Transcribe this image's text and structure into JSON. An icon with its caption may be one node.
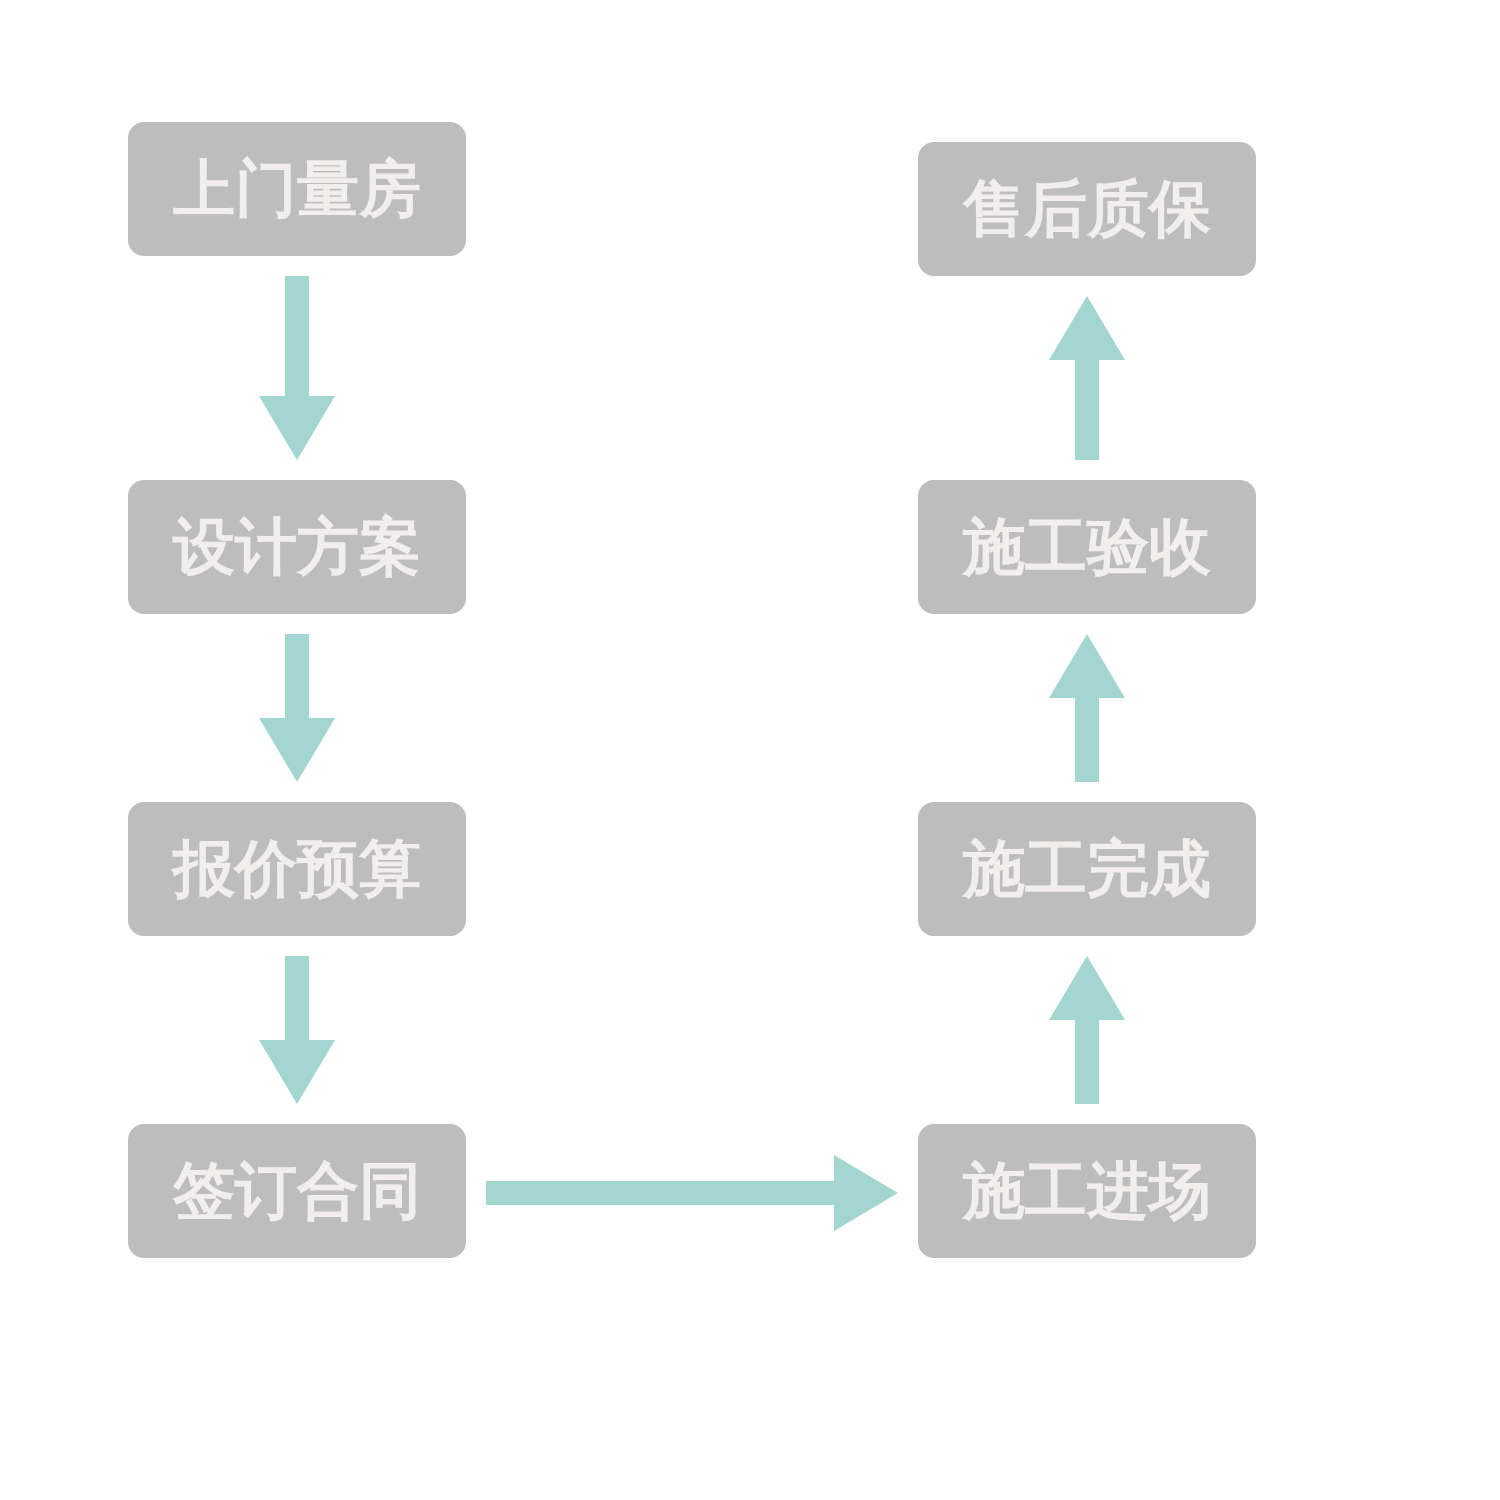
{
  "diagram": {
    "nodes": [
      {
        "text": [
          "上门量房"
        ]
      },
      {
        "text": [
          "设计方案"
        ]
      },
      {
        "text": [
          "报价预算"
        ]
      },
      {
        "text": [
          "签订合同"
        ]
      },
      {
        "text": [
          "施工进场"
        ]
      },
      {
        "text": [
          "施工完成"
        ]
      },
      {
        "text": [
          "施工验收"
        ]
      },
      {
        "text": [
          "售后质保"
        ]
      }
    ],
    "edges": [
      {
        "from": 0,
        "to": 1,
        "arrow": "to"
      },
      {
        "from": 1,
        "to": 2,
        "arrow": "to"
      },
      {
        "from": 2,
        "to": 3,
        "arrow": "to"
      },
      {
        "from": 3,
        "to": 4,
        "arrow": "to"
      },
      {
        "from": 4,
        "to": 5,
        "arrow": "to"
      },
      {
        "from": 5,
        "to": 6,
        "arrow": "to"
      },
      {
        "from": 6,
        "to": 7,
        "arrow": "to"
      }
    ]
  }
}
